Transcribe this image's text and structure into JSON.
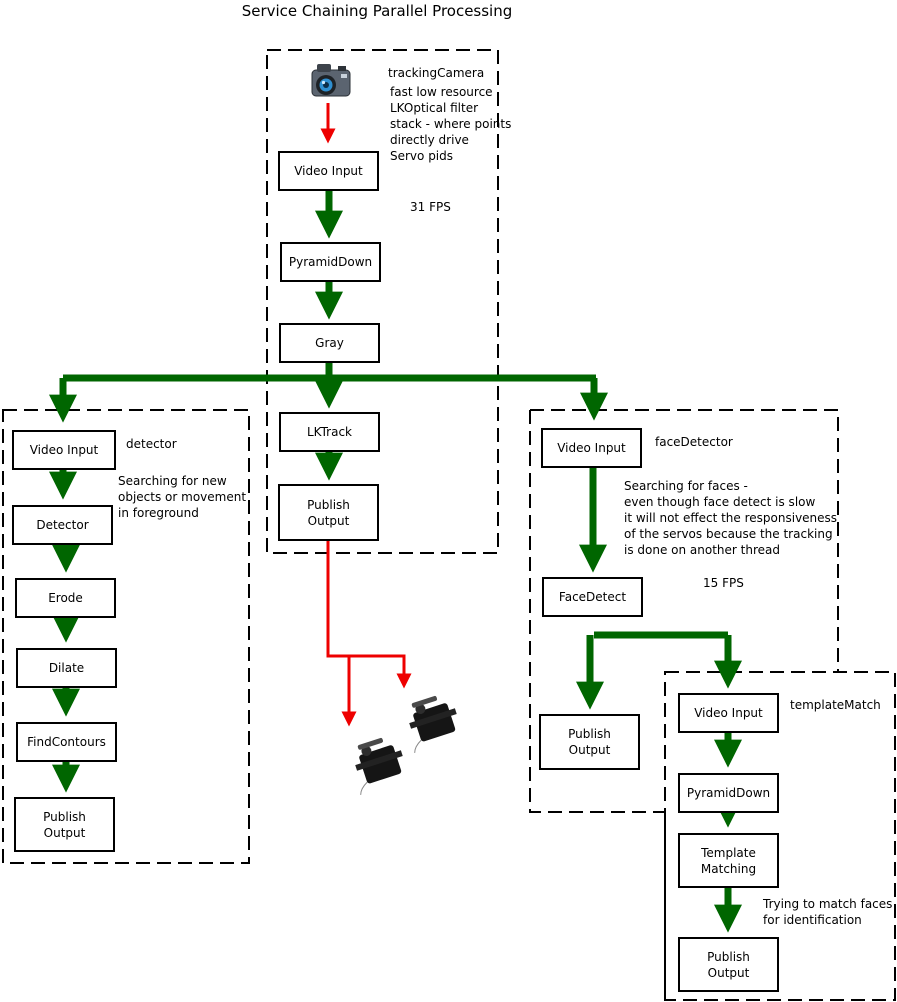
{
  "title": "Service Chaining Parallel Processing",
  "colors": {
    "flow": "#006600",
    "servo_flow": "#ee0000",
    "border": "#000000"
  },
  "groups": {
    "tracking_camera": {
      "name": "trackingCamera",
      "note": "fast low resource\nLKOptical filter\nstack - where points\ndirectly drive\nServo pids",
      "fps": "31 FPS",
      "nodes": {
        "video_input": "Video Input",
        "pyramid_down": "PyramidDown",
        "gray": "Gray",
        "lk_track": "LKTrack",
        "publish_output": "Publish\nOutput"
      }
    },
    "detector": {
      "name": "detector",
      "note": "Searching for new\nobjects or movement\nin foreground",
      "nodes": {
        "video_input": "Video Input",
        "detector": "Detector",
        "erode": "Erode",
        "dilate": "Dilate",
        "find_contours": "FindContours",
        "publish_output": "Publish\nOutput"
      }
    },
    "face_detector": {
      "name": "faceDetector",
      "note": "Searching for faces -\neven though face detect is slow\nit will not effect the responsiveness\nof the servos because the tracking\nis done on another thread",
      "fps": "15 FPS",
      "nodes": {
        "video_input": "Video Input",
        "face_detect": "FaceDetect",
        "publish_output": "Publish\nOutput"
      }
    },
    "template_match": {
      "name": "templateMatch",
      "note": "Trying to match faces\nfor identification",
      "nodes": {
        "video_input": "Video Input",
        "pyramid_down": "PyramidDown",
        "template_matching": "Template\nMatching",
        "publish_output": "Publish\nOutput"
      }
    }
  },
  "icons": {
    "camera": "camera-icon",
    "servo": "servo-icon"
  }
}
